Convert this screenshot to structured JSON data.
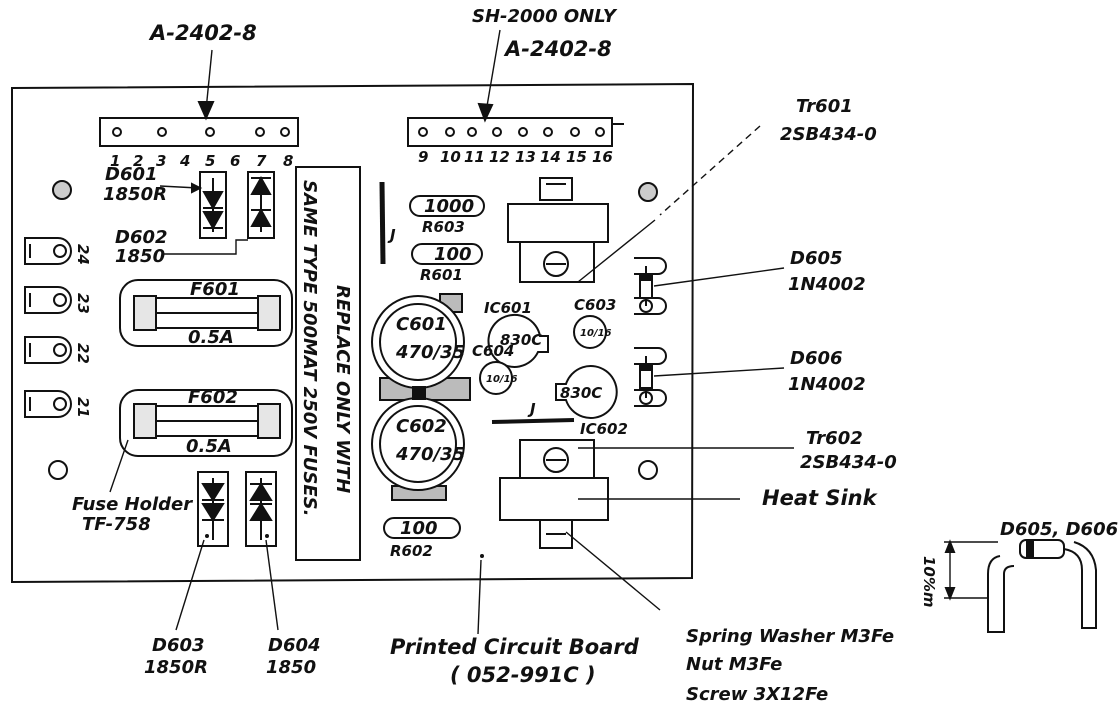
{
  "connectors": {
    "left_label": "A-2402-8",
    "right_label_top": "SH-2000 ONLY",
    "right_label": "A-2402-8",
    "left_pins": [
      "1",
      "2",
      "3",
      "4",
      "5",
      "6",
      "7",
      "8"
    ],
    "right_pins": [
      "9",
      "10",
      "11",
      "12",
      "13",
      "14",
      "15",
      "16"
    ]
  },
  "warning_text": {
    "line1": "SAME TYPE 500MAT 250V FUSES.",
    "line2": "REPLACE ONLY WITH"
  },
  "fuses": [
    {
      "ref": "F601",
      "rating": "0.5A"
    },
    {
      "ref": "F602",
      "rating": "0.5A"
    }
  ],
  "fuse_holder": {
    "line1": "Fuse Holder",
    "line2": "TF-758"
  },
  "diodes": {
    "d601": {
      "ref": "D601",
      "part": "1850R"
    },
    "d602": {
      "ref": "D602",
      "part": "1850"
    },
    "d603": {
      "ref": "D603",
      "part": "1850R"
    },
    "d604": {
      "ref": "D604",
      "part": "1850"
    },
    "d605": {
      "ref": "D605",
      "part": "1N4002"
    },
    "d606": {
      "ref": "D606",
      "part": "1N4002"
    }
  },
  "resistors": [
    {
      "value": "1000",
      "ref": "R603"
    },
    {
      "value": "100",
      "ref": "R601"
    },
    {
      "value": "100",
      "ref": "R602"
    }
  ],
  "capacitors": {
    "c601": {
      "ref": "C601",
      "value": "470/35"
    },
    "c602": {
      "ref": "C602",
      "value": "470/35"
    },
    "c603": {
      "ref": "C603",
      "value": "10/16"
    },
    "c604": {
      "ref": "C604",
      "value": "10/16"
    }
  },
  "ics": {
    "ic601": {
      "ref": "IC601",
      "part": "830C"
    },
    "ic602": {
      "ref": "IC602",
      "part": "830C"
    }
  },
  "transistors": {
    "tr601": {
      "ref": "Tr601",
      "part": "2SB434-0"
    },
    "tr602": {
      "ref": "Tr602",
      "part": "2SB434-0"
    }
  },
  "heat_sink_label": "Heat Sink",
  "jumper_label": "J",
  "left_terminals": [
    "24",
    "23",
    "22",
    "21"
  ],
  "board": {
    "label": "Printed Circuit Board",
    "code": "( 052-991C )"
  },
  "hardware": {
    "washer": "Spring Washer M3Fe",
    "nut": "Nut  M3Fe",
    "screw": "Screw  3X12Fe"
  },
  "diode_detail": {
    "label": "D605, D606",
    "dim": "10%m"
  }
}
